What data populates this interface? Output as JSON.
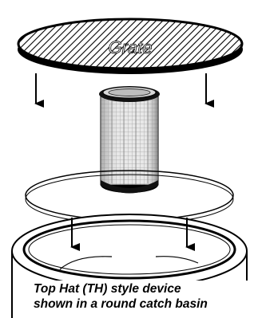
{
  "grate": {
    "label": "Grate"
  },
  "caption": {
    "line1": "Top Hat (TH) style device",
    "line2": "shown in a round catch basin"
  }
}
